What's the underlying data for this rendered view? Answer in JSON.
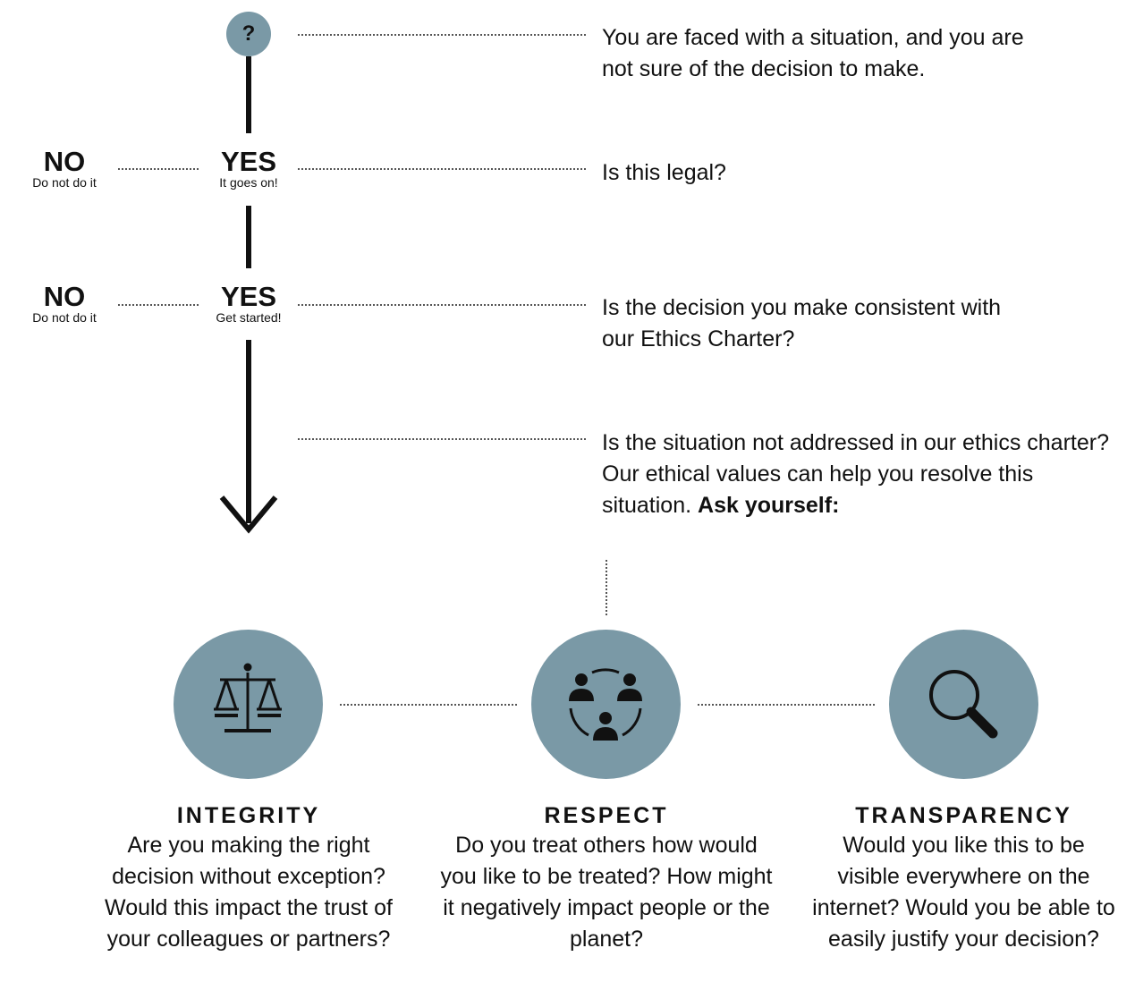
{
  "start": {
    "symbol": "?",
    "text": "You are faced with a situation, and you are not sure of the decision to make."
  },
  "steps": [
    {
      "no": "NO",
      "no_sub": "Do not do it",
      "yes": "YES",
      "yes_sub": "It goes on!",
      "question": "Is this legal?"
    },
    {
      "no": "NO",
      "no_sub": "Do not do it",
      "yes": "YES",
      "yes_sub": "Get started!",
      "question": "Is the decision you make consistent with our Ethics Charter?"
    }
  ],
  "fallback": {
    "text": "Is the situation not addressed in our ethics charter? Our ethical values can help you resolve this situation.",
    "emphasis": "Ask yourself:"
  },
  "values": [
    {
      "title": "INTEGRITY",
      "icon": "scales-icon",
      "text": "Are you making the right decision without exception? Would this impact the trust of your colleagues or partners?"
    },
    {
      "title": "RESPECT",
      "icon": "people-circle-icon",
      "text": "Do you treat others how would you like to be treated? How might it negatively impact people or the planet?"
    },
    {
      "title": "TRANSPARENCY",
      "icon": "magnifier-icon",
      "text": "Would you like this to be visible everywhere on the internet? Would you be able to easily justify your decision?"
    }
  ],
  "colors": {
    "circle": "#7a99a6",
    "ink": "#111111"
  }
}
